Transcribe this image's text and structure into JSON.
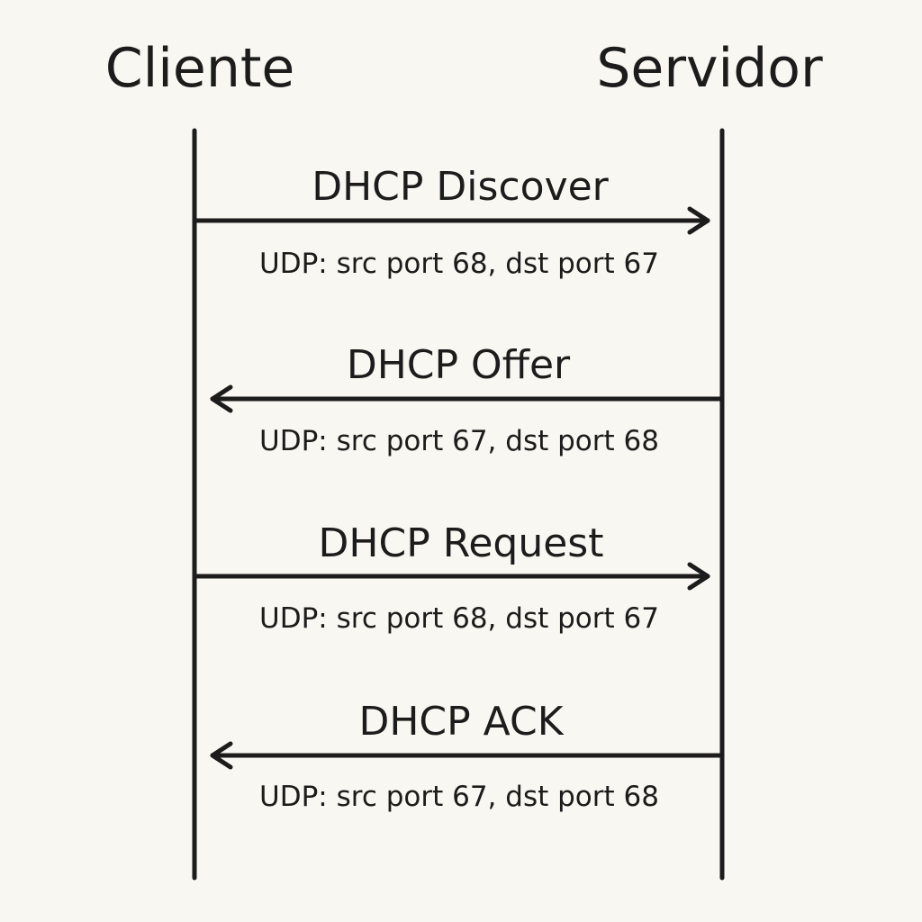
{
  "diagram": {
    "participants": {
      "client": "Cliente",
      "server": "Servidor"
    },
    "messages": [
      {
        "label": "DHCP Discover",
        "detail": "UDP: src port 68, dst port 67",
        "direction": "client-to-server"
      },
      {
        "label": "DHCP Offer",
        "detail": "UDP: src port 67, dst port 68",
        "direction": "server-to-client"
      },
      {
        "label": "DHCP Request",
        "detail": "UDP: src port 68, dst port 67",
        "direction": "client-to-server"
      },
      {
        "label": "DHCP ACK",
        "detail": "UDP: src port 67, dst port 68",
        "direction": "server-to-client"
      }
    ],
    "colors": {
      "background": "#f8f7f2",
      "ink": "#1c1c1c"
    }
  }
}
